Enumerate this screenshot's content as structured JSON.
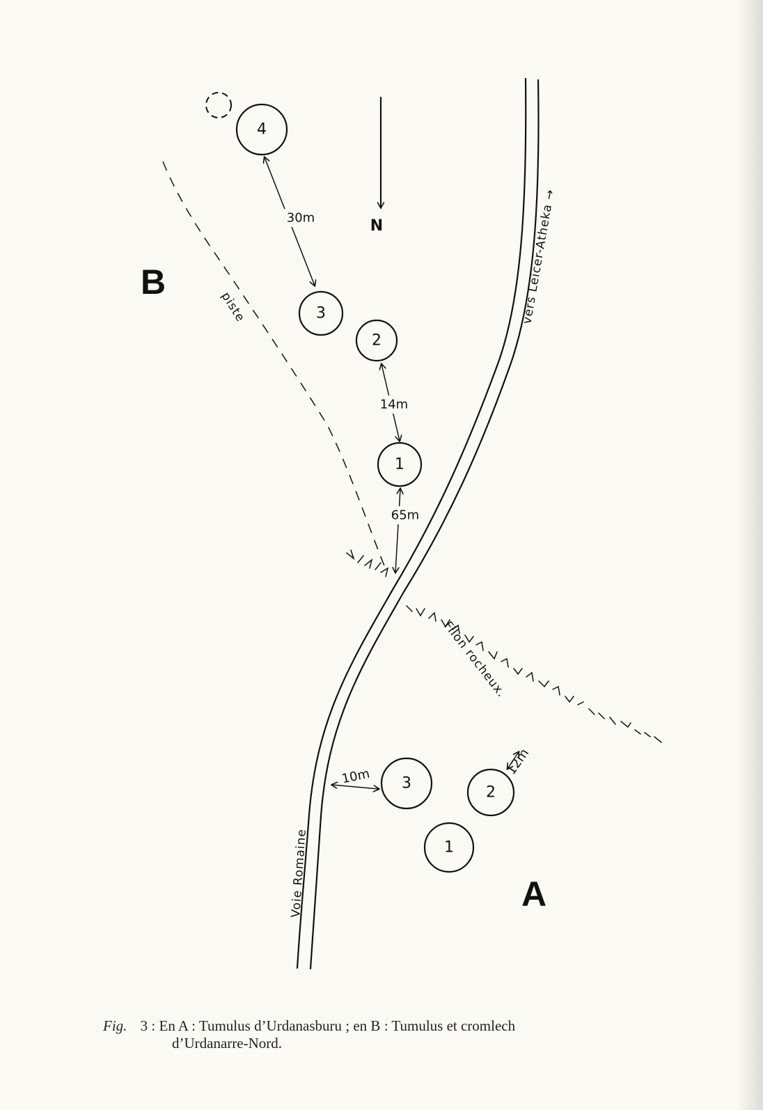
{
  "diagram": {
    "sections": {
      "b": "B",
      "a": "A"
    },
    "north": {
      "label": "N"
    },
    "mounds_b": [
      "1",
      "2",
      "3",
      "4"
    ],
    "mounds_a": [
      "1",
      "2",
      "3"
    ],
    "distances": {
      "b_4_3": "30m",
      "b_2_1": "14m",
      "b_1_road": "65m",
      "a_road_3": "10m",
      "a_2_ridge": "12m"
    },
    "labels": {
      "piste": "piste",
      "vers": "vers Leicer-Atheka →",
      "filon": "Filon rocheux.",
      "voie": "Voie Romaine"
    }
  },
  "caption": {
    "fig_label": "Fig.",
    "fig_number": "3",
    "line1": ": En A : Tumulus d’Urdanasburu ; en B : Tumulus et cromlech",
    "line2": "d’Urdanarre-Nord."
  }
}
